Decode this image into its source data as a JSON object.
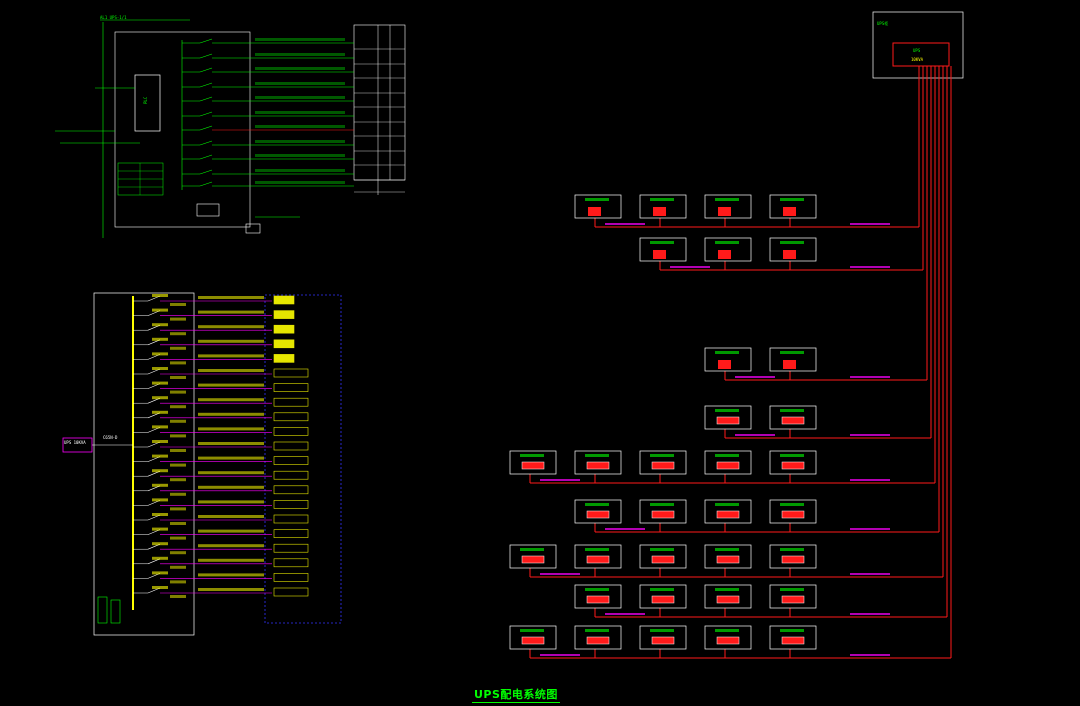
{
  "title": "UPS配电系统图",
  "colors": {
    "background": "#000000",
    "green": "#00ff00",
    "white": "#ffffff",
    "red": "#ff1a1a",
    "magenta": "#ff00ff",
    "yellow": "#ffff00",
    "blue": "#0000ff"
  },
  "top_panel": {
    "header_text": "AL1 UPS-1/1",
    "plc_label": "PLC",
    "breaker_count": 11
  },
  "ups_source_label": "UPS 10KVA",
  "main_breaker_label": "C65N-D",
  "cabinet": {
    "label": "UPS柜",
    "inner_label": "UPS",
    "inner_sub": "10KVA"
  },
  "circuit_count": 21,
  "device_rows_count": 9
}
